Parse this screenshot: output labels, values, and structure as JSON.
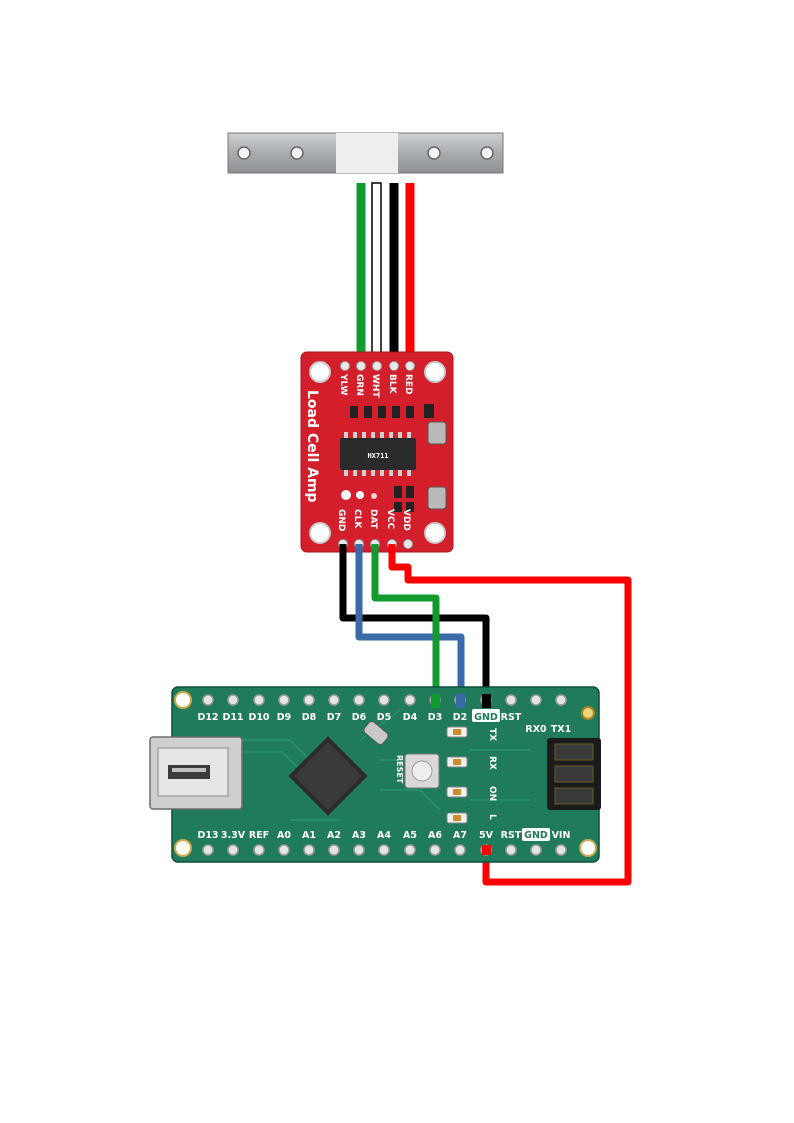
{
  "colors": {
    "wire_green": "#119a2e",
    "wire_white": "#ffffff",
    "wire_black": "#000000",
    "wire_red": "#ff0000",
    "wire_blue": "#3a6aa8",
    "hx711_board": "#d31f2b",
    "nano_board": "#1f7b5a"
  },
  "load_cell": {
    "wires": [
      "green",
      "white",
      "black",
      "red"
    ]
  },
  "hx711": {
    "title": "Load Cell Amp",
    "chip_text": "HX711",
    "top_pins": [
      "YLW",
      "GRN",
      "WHT",
      "BLK",
      "RED"
    ],
    "bottom_pins": [
      "GND",
      "CLK",
      "DAT",
      "VCC",
      "VDD"
    ]
  },
  "nano": {
    "top_pins": [
      "D12",
      "D11",
      "D10",
      "D9",
      "D8",
      "D7",
      "D6",
      "D5",
      "D4",
      "D3",
      "D2",
      "GND",
      "RST",
      "RX0",
      "TX1"
    ],
    "bottom_pins": [
      "D13",
      "3.3V",
      "REF",
      "A0",
      "A1",
      "A2",
      "A3",
      "A4",
      "A5",
      "A6",
      "A7",
      "5V",
      "RST",
      "GND",
      "VIN"
    ],
    "led_labels": [
      "TX",
      "RX",
      "ON",
      "L"
    ],
    "reset_label": "RESET"
  },
  "connections": [
    {
      "from": "Load cell green",
      "to": "GRN",
      "color": "green"
    },
    {
      "from": "Load cell white",
      "to": "WHT",
      "color": "white"
    },
    {
      "from": "Load cell black",
      "to": "BLK",
      "color": "black"
    },
    {
      "from": "Load cell red",
      "to": "RED",
      "color": "red"
    },
    {
      "from": "GND",
      "to": "GND",
      "color": "black"
    },
    {
      "from": "CLK",
      "to": "D2",
      "color": "blue"
    },
    {
      "from": "DAT",
      "to": "D3",
      "color": "green"
    },
    {
      "from": "VCC",
      "to": "5V",
      "color": "red"
    }
  ]
}
